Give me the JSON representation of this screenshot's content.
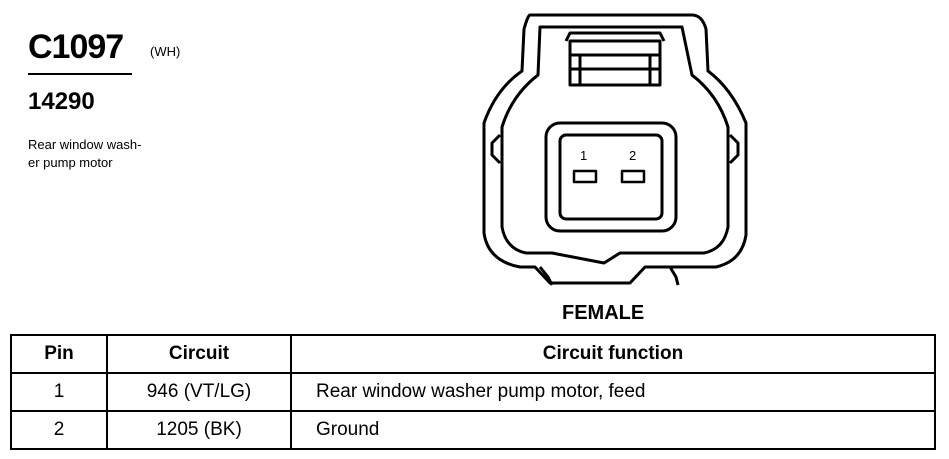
{
  "connector": {
    "id": "C1097",
    "color_code": "(WH)",
    "part_number": "14290",
    "description_lines": [
      "Rear window wash-",
      "er pump motor"
    ],
    "gender": "FEMALE",
    "cavity_labels": [
      "1",
      "2"
    ]
  },
  "table": {
    "headers": [
      "Pin",
      "Circuit",
      "Circuit function"
    ],
    "rows": [
      {
        "pin": "1",
        "circuit": "946 (VT/LG)",
        "function": "Rear window washer pump motor, feed"
      },
      {
        "pin": "2",
        "circuit": "1205 (BK)",
        "function": "Ground"
      }
    ]
  }
}
